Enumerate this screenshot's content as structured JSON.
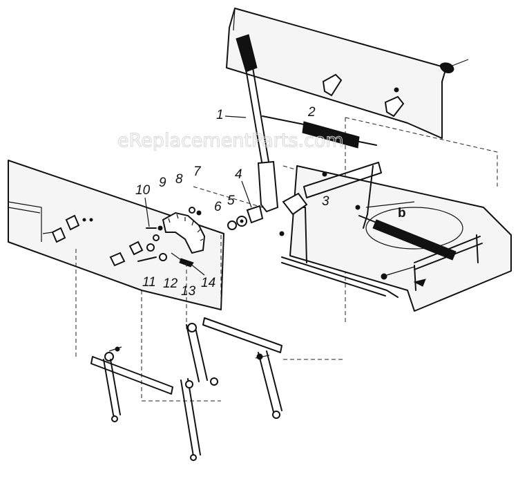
{
  "watermark": "eReplacementParts.com",
  "labels": {
    "l1": "1",
    "l2": "2",
    "l3": "3",
    "l4": "4",
    "l5": "5",
    "l6": "6",
    "l7": "7",
    "l8": "8",
    "l9": "9",
    "l10": "10",
    "l11": "11",
    "l12": "12",
    "l13": "13",
    "l14": "14",
    "lb": "b"
  }
}
